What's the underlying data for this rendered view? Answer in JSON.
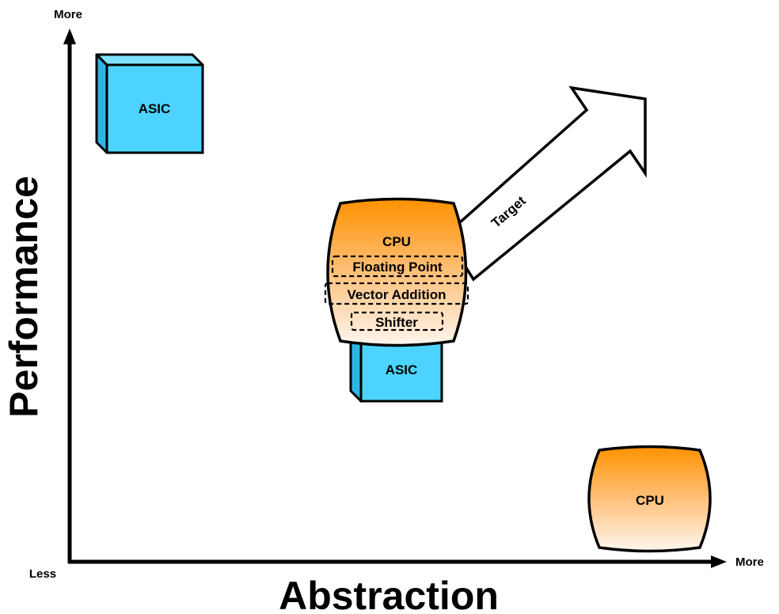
{
  "axes": {
    "y_title": "Performance",
    "x_title": "Abstraction",
    "y_top_label": "More",
    "x_right_label": "More",
    "origin_label": "Less"
  },
  "nodes": {
    "asic_top_left": "ASIC",
    "cpu_bottom_right": "CPU",
    "hybrid": {
      "cpu_label": "CPU",
      "units": [
        "Floating Point",
        "Vector Addition",
        "Shifter"
      ],
      "asic_label": "ASIC"
    }
  },
  "target_arrow": {
    "label": "Target"
  },
  "colors": {
    "asic_front": "#4dd3ff",
    "asic_side": "#2fb4e6",
    "cpu_top": "#ff9200",
    "cpu_bottom": "#fff6ef",
    "stroke": "#000000"
  }
}
